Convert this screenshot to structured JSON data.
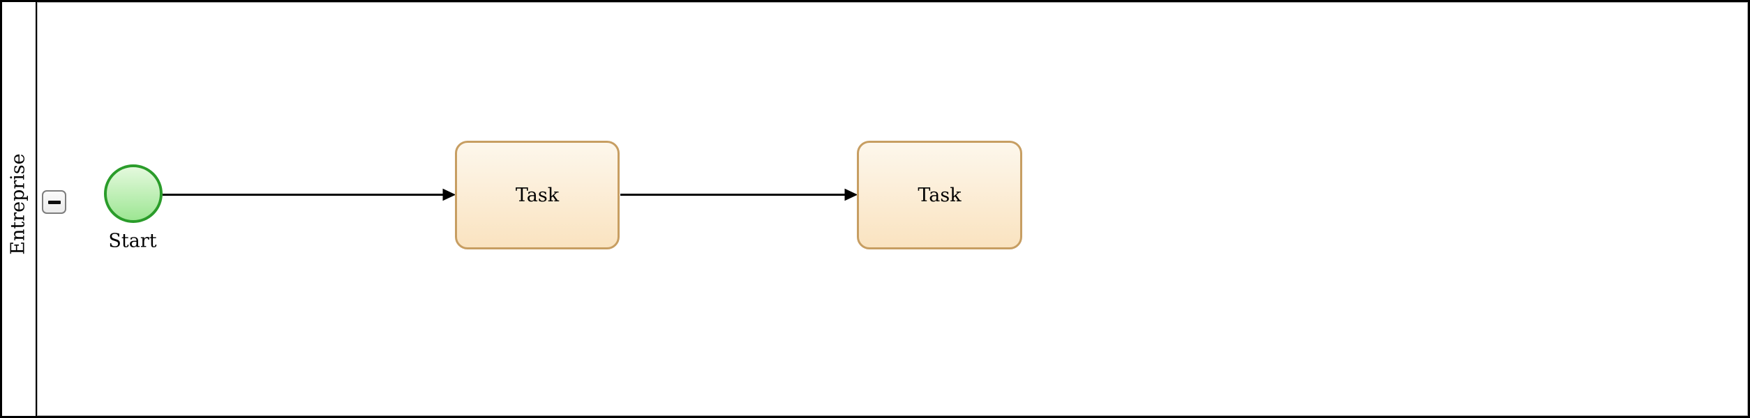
{
  "diagram": {
    "type": "bpmn-process",
    "pool": {
      "label": "Entreprise",
      "collapse_button": {
        "icon": "minus",
        "state": "expanded"
      }
    },
    "nodes": [
      {
        "id": "start",
        "kind": "start-event",
        "label": "Start"
      },
      {
        "id": "task1",
        "kind": "task",
        "label": "Task"
      },
      {
        "id": "task2",
        "kind": "task",
        "label": "Task"
      }
    ],
    "edges": [
      {
        "from": "start",
        "to": "task1",
        "kind": "sequence-flow"
      },
      {
        "from": "task1",
        "to": "task2",
        "kind": "sequence-flow"
      }
    ],
    "colors": {
      "start_stroke": "#2a9c2a",
      "start_fill_top": "#e4f9dd",
      "start_fill_bottom": "#9de693",
      "task_stroke": "#c79e62",
      "task_fill_top": "#fdf7ec",
      "task_fill_bottom": "#fae3c0",
      "pool_border": "#000000",
      "flow_stroke": "#000000"
    }
  }
}
